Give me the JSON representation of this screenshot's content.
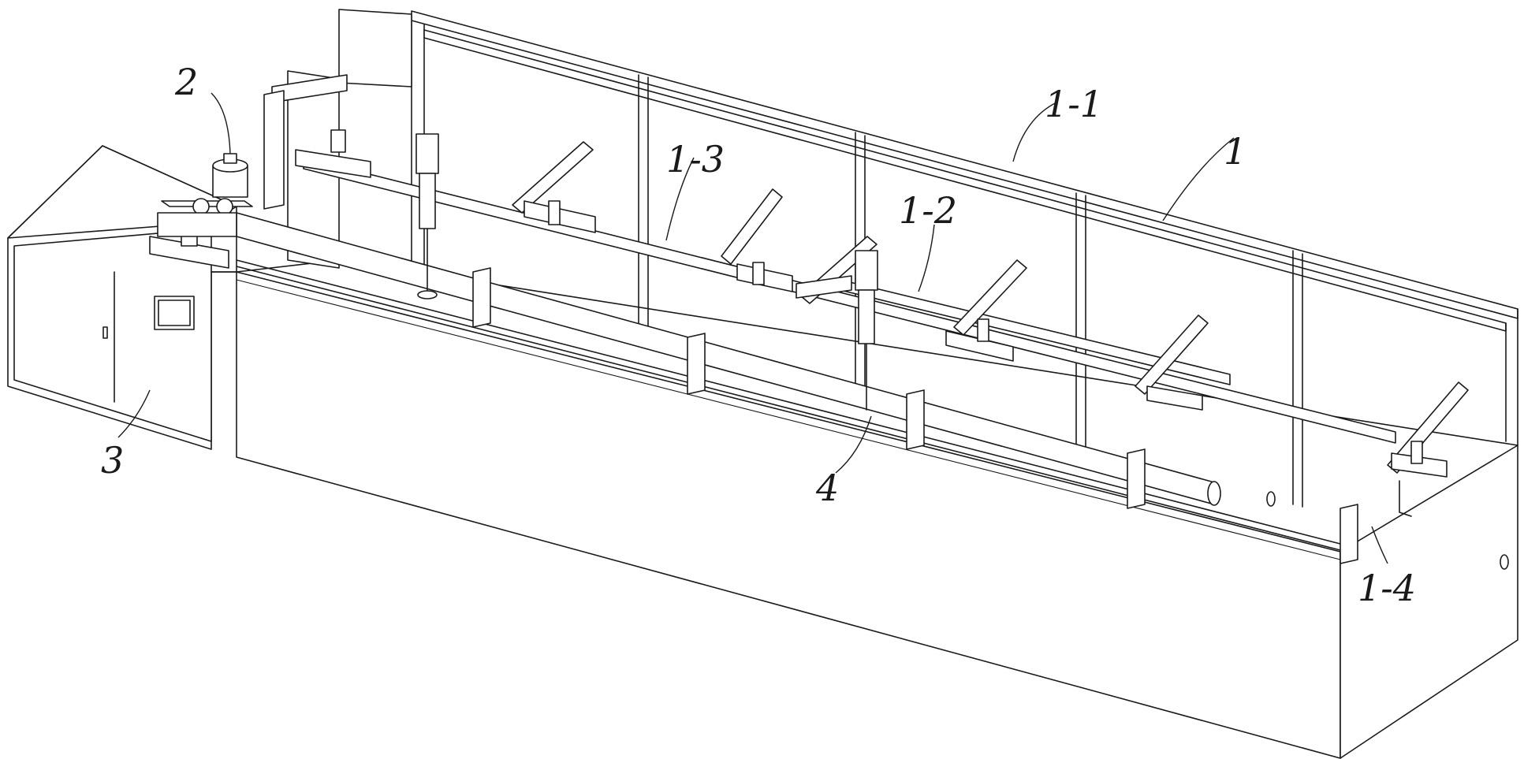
{
  "callouts": [
    {
      "id": "label-2",
      "text": "2"
    },
    {
      "id": "label-1-1",
      "text": "1-1"
    },
    {
      "id": "label-1",
      "text": "1"
    },
    {
      "id": "label-1-3",
      "text": "1-3"
    },
    {
      "id": "label-1-2",
      "text": "1-2"
    },
    {
      "id": "label-3",
      "text": "3"
    },
    {
      "id": "label-4",
      "text": "4"
    },
    {
      "id": "label-1-4",
      "text": "1-4"
    }
  ]
}
